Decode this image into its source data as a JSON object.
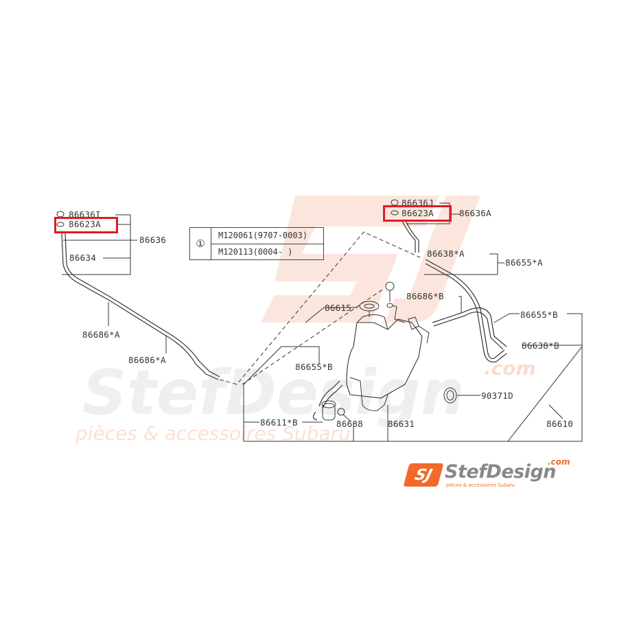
{
  "diagram": {
    "title": "Windshield washer system parts diagram",
    "colors": {
      "line": "#333333",
      "highlight": "#e11b22",
      "watermark_orange": "#f9d9cc",
      "watermark_gray": "#eeeeee",
      "brand_orange": "#f26a2a"
    },
    "left_group": {
      "labels": {
        "nozzle_cap": "86636I",
        "check_valve": "86623A",
        "nozzle_assy": "86636",
        "joint": "86634",
        "clip_1": "86686*A",
        "clip_2": "86686*A"
      }
    },
    "right_group": {
      "labels": {
        "nozzle_cap": "86636J",
        "check_valve": "86623A",
        "nozzle_assy": "86636A",
        "joint_a": "86638*A",
        "hose_a": "86655*A",
        "clip_b": "86686*B",
        "hose_b": "86655*B",
        "joint_b": "86638*B"
      }
    },
    "tank_group": {
      "labels": {
        "cap": "86615",
        "circled_ref": "1",
        "hose_b": "86655*B",
        "motor": "86611*B",
        "grommet": "86688",
        "tank": "86631",
        "grommet_2": "90371D",
        "assembly": "86610"
      }
    },
    "note_table": {
      "symbol": "①",
      "rows": [
        "M120061(9707-0003)",
        "M120113(0004-      )"
      ]
    },
    "highlighted_parts": [
      "86623A",
      "86623A"
    ]
  },
  "watermark": {
    "brand": "StefDesign",
    "dotcom": ".com",
    "tagline": "pièces & accessoires Subaru"
  },
  "logo": {
    "badge": "SJ",
    "name": "StefDesign",
    "dotcom": ".com",
    "tagline": "pièces & accessoires Subaru"
  }
}
